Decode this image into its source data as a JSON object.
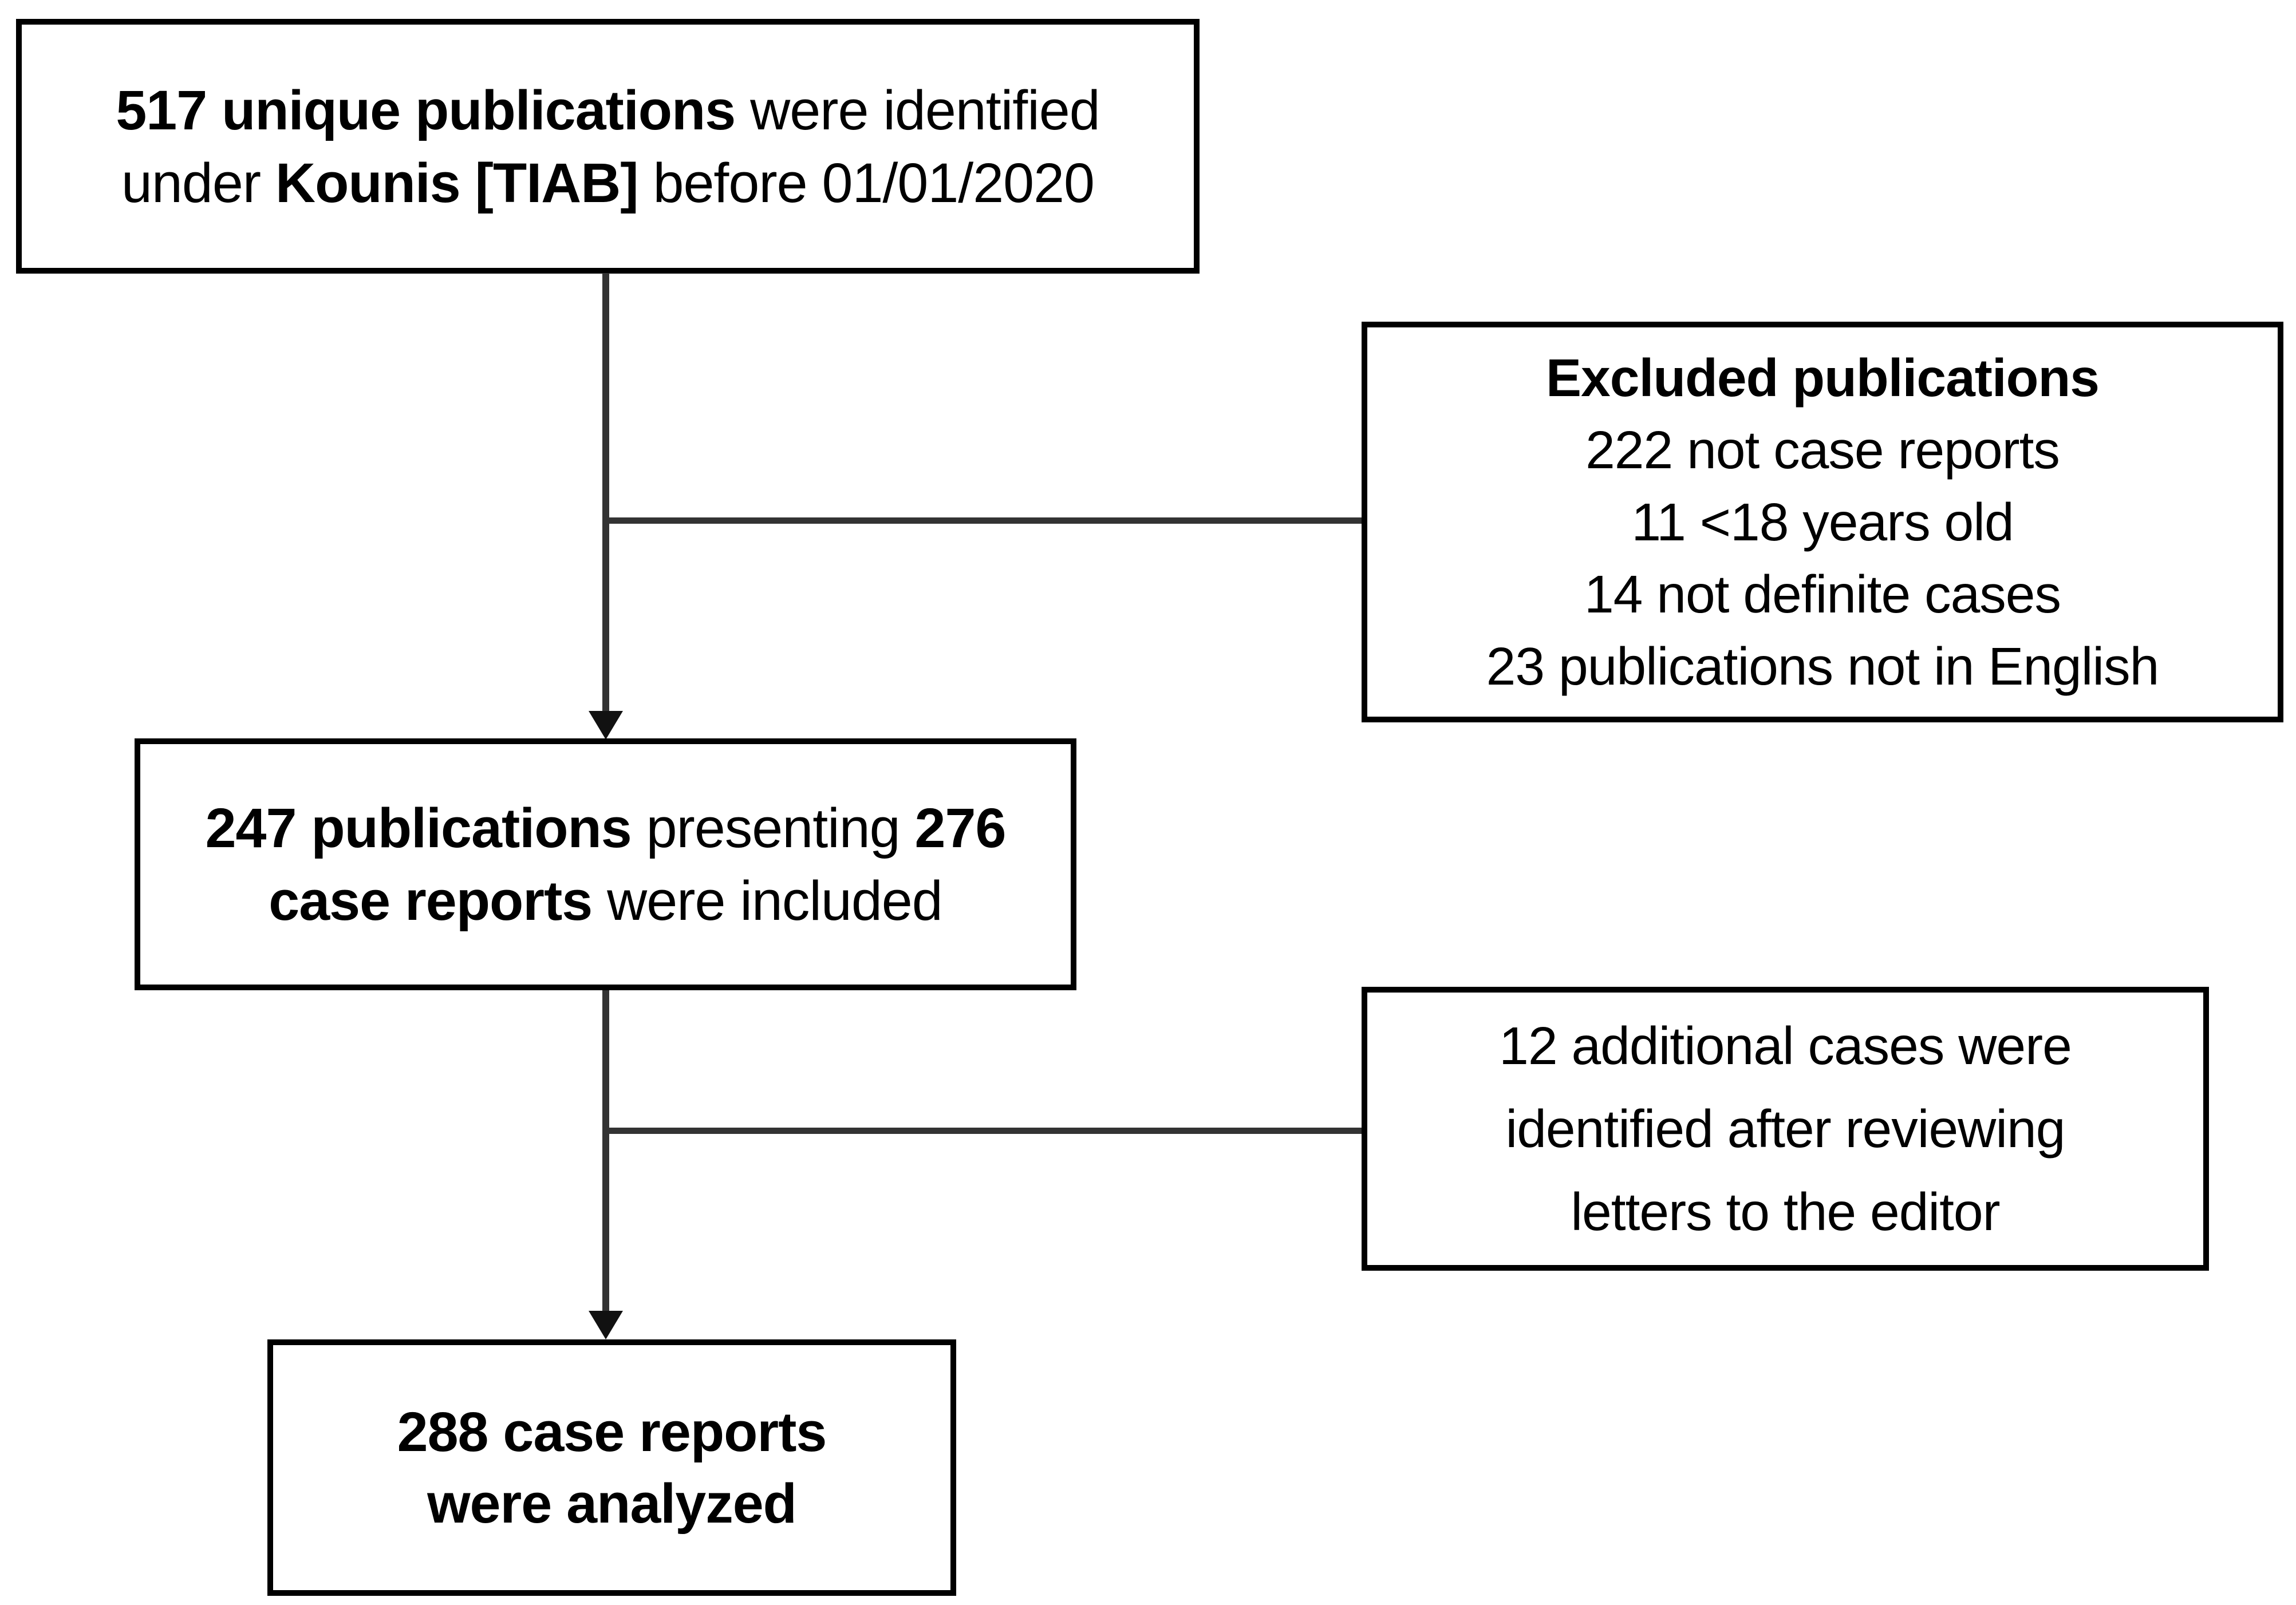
{
  "diagram": {
    "type": "flowchart",
    "colors": {
      "background": "#ffffff",
      "box_border": "#000000",
      "connector": "#333333",
      "text": "#000000"
    },
    "boxes": {
      "identified": {
        "l1_bold": "517 unique publications",
        "l1_rest": " were identified",
        "l2_pre": "under ",
        "l2_bold": "Kounis [TIAB]",
        "l2_rest": " before 01/01/2020"
      },
      "excluded": {
        "title": "Excluded publications",
        "items": [
          "222 not case reports",
          "11 <18 years old",
          "14 not definite cases",
          "23 publications not in English"
        ]
      },
      "included": {
        "l1_bold1": "247 publications",
        "l1_mid": " presenting ",
        "l1_bold2": "276",
        "l2_bold": "case reports",
        "l2_rest": " were included"
      },
      "additional": {
        "l1": "12 additional cases were",
        "l2": "identified after reviewing",
        "l3": "letters to the editor"
      },
      "analyzed": {
        "l1": "288 case reports",
        "l2": "were analyzed"
      }
    }
  }
}
